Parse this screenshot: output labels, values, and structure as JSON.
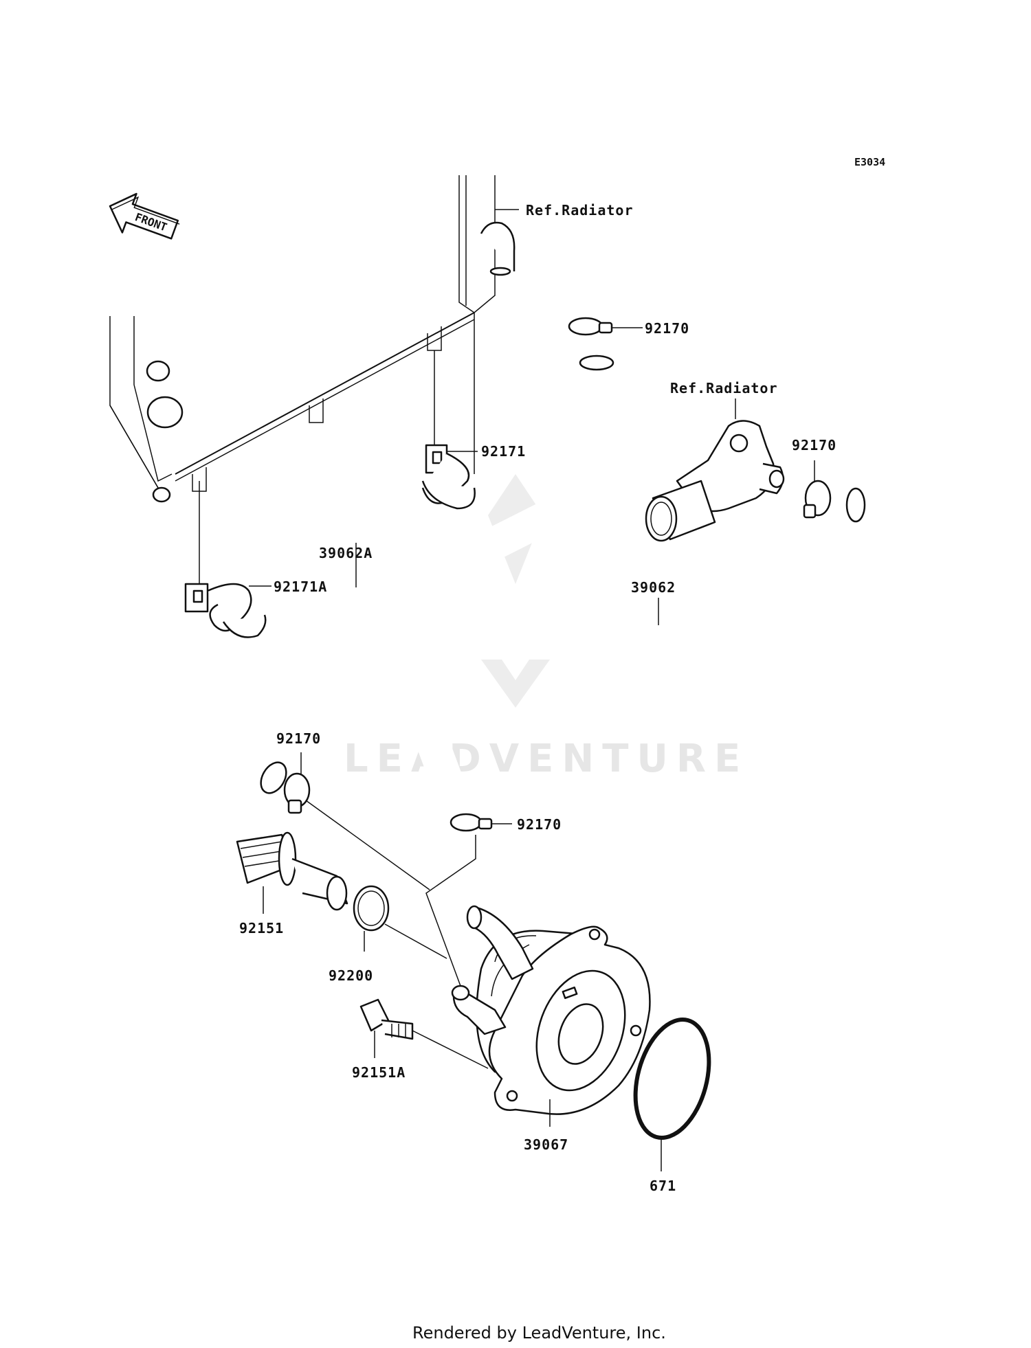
{
  "diagram_code": "E3034",
  "front_arrow_label": "FRONT",
  "watermark": "LEADVENTURE",
  "footer": "Rendered by LeadVenture, Inc.",
  "labels": {
    "ref_radiator_top": "Ref.Radiator",
    "ref_radiator_mid": "Ref.Radiator",
    "clamp_top": "92170",
    "clamp_right": "92170",
    "clamp_left": "92170",
    "clamp_bottom": "92170",
    "holder": "92171",
    "holder_a": "92171A",
    "hose_a": "39062A",
    "hose": "39062",
    "union": "92151",
    "gasket": "92200",
    "bolt": "92151A",
    "oil_cooler": "39067",
    "o_ring": "671"
  }
}
